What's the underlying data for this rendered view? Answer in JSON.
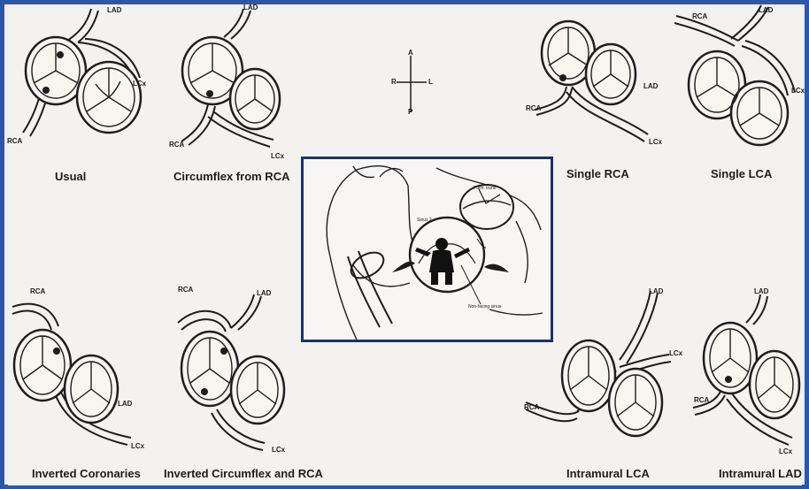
{
  "compass": {
    "top": "A",
    "bottom": "P",
    "left": "R",
    "right": "L"
  },
  "variants": [
    {
      "id": "usual",
      "title": "Usual",
      "vessels": [
        "LAD",
        "LCx",
        "RCA"
      ]
    },
    {
      "id": "circumflex-from-rca",
      "title": "Circumflex from RCA",
      "vessels": [
        "LAD",
        "RCA",
        "LCx"
      ]
    },
    {
      "id": "single-rca",
      "title": "Single RCA",
      "vessels": [
        "LAD",
        "RCA",
        "LCx"
      ]
    },
    {
      "id": "single-lca",
      "title": "Single LCA",
      "vessels": [
        "LAD",
        "RCA",
        "LCx"
      ]
    },
    {
      "id": "inverted-coronaries",
      "title": "Inverted Coronaries",
      "vessels": [
        "RCA",
        "LAD",
        "LCx"
      ]
    },
    {
      "id": "inverted-circumflex-rca",
      "title": "Inverted Circumflex and RCA",
      "vessels": [
        "RCA",
        "LAD",
        "LCx"
      ]
    },
    {
      "id": "intramural-lca",
      "title": "Intramural LCA",
      "vessels": [
        "LAD",
        "LCx",
        "RCA"
      ]
    },
    {
      "id": "intramural-lad",
      "title": "Intramural LAD",
      "vessels": [
        "LAD",
        "RCA",
        "LCx"
      ]
    }
  ],
  "center_figure": {
    "labels": [
      "Pulm. trunk",
      "Sinus 2",
      "Non-facing sinus"
    ]
  },
  "colors": {
    "frame": "#2c56a8",
    "inset_border": "#1f2f6e",
    "ink": "#1d1d1d",
    "background": "#f3f2ee"
  }
}
